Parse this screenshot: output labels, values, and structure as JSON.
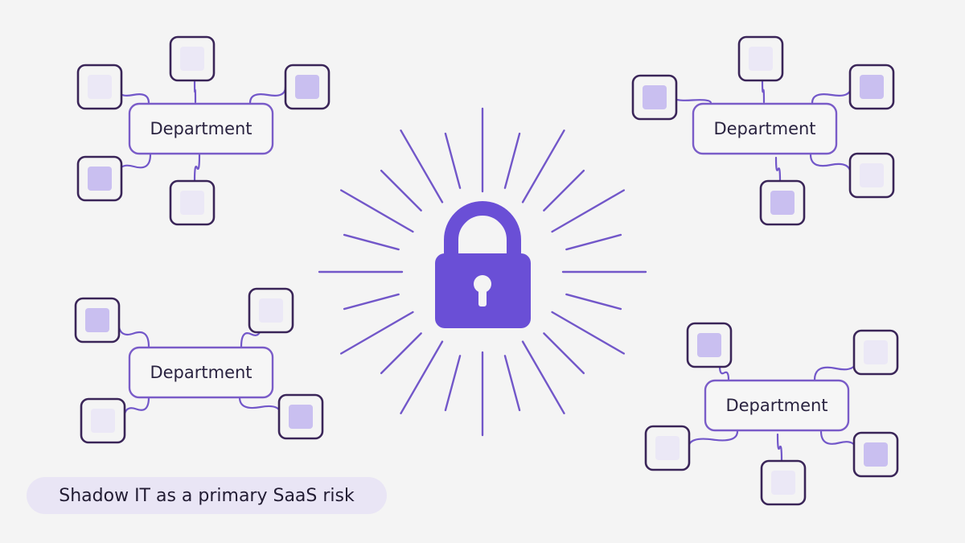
{
  "colors": {
    "background": "#f4f4f4",
    "accent": "#6a4fd6",
    "app_border": "#3a2558",
    "dept_border": "#7a5cc8",
    "connector": "#7257c9",
    "fill_light": "#ebe8f6",
    "fill_dark": "#c9bff0",
    "caption_bg": "#e9e5f5"
  },
  "center": {
    "icon": "padlock-icon"
  },
  "departments": [
    {
      "label": "Department"
    },
    {
      "label": "Department"
    },
    {
      "label": "Department"
    },
    {
      "label": "Department"
    }
  ],
  "caption": {
    "text": "Shadow IT as a primary SaaS risk"
  }
}
